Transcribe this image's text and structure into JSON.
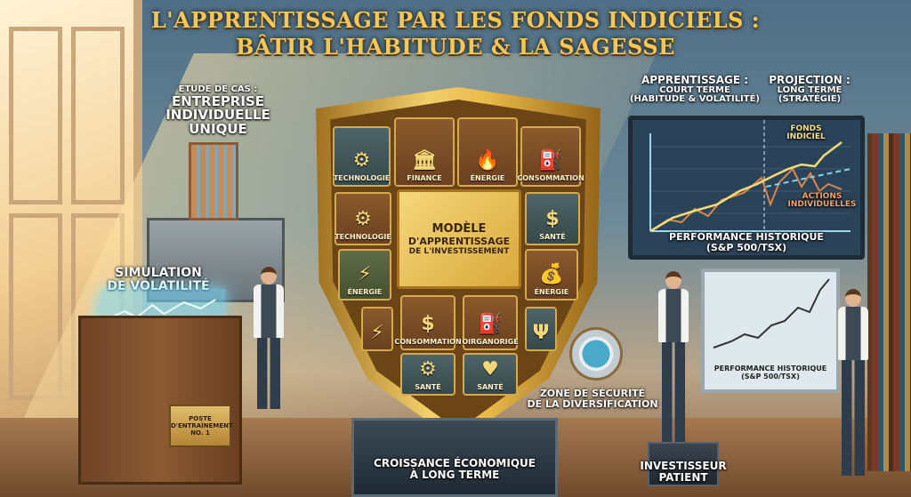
{
  "title": {
    "line1": "L'APPRENTISSAGE PAR LES FONDS INDICIELS :",
    "line2": "BÂTIR L'HABITUDE & LA SAGESSE"
  },
  "case_study": {
    "line1": "ETUDE DE CAS :",
    "line2": "ENTREPRISE",
    "line3": "INDIVIDUELLE",
    "line4": "UNIQUE"
  },
  "simulation": {
    "line1": "SIMULATION",
    "line2": "DE VOLATILITÉ"
  },
  "plaque": {
    "line1": "POSTE",
    "line2": "D'ENTRAÎNEMENT",
    "line3": "NO. 1"
  },
  "shield": {
    "center": {
      "line1": "MODÈLE",
      "line2": "D'APPRENTISSAGE",
      "line3": "DE L'INVESTISSEMENT"
    },
    "tiles": [
      {
        "label": "TECHNOLOGIE",
        "icon": "gears-icon",
        "glyph": "⚙"
      },
      {
        "label": "FINANCE",
        "icon": "bank-icon",
        "glyph": "🏛"
      },
      {
        "label": "ÉNERGIE",
        "icon": "flame-icon",
        "glyph": "🔥"
      },
      {
        "label": "CONSOMMATION",
        "icon": "oil-pump-icon",
        "glyph": "⛽"
      },
      {
        "label": "TECHNOLOGIE",
        "icon": "gear-icon",
        "glyph": "⚙"
      },
      {
        "label": "SANTÉ",
        "icon": "dollar-icon",
        "glyph": "$"
      },
      {
        "label": "ÉNERGIE",
        "icon": "lightning-drop-icon",
        "glyph": "⚡"
      },
      {
        "label": "ÉNERGIE",
        "icon": "money-bag-icon",
        "glyph": "💰"
      },
      {
        "label": "",
        "icon": "lightning-icon",
        "glyph": "⚡"
      },
      {
        "label": "CONSOMMATION",
        "icon": "dollar-cycle-icon",
        "glyph": "$"
      },
      {
        "label": "OIRGANORIGE",
        "icon": "oil-pump-icon",
        "glyph": "⛽"
      },
      {
        "label": "",
        "icon": "trident-icon",
        "glyph": "Ψ"
      },
      {
        "label": "SANTÉ",
        "icon": "gear-icon",
        "glyph": "⚙"
      },
      {
        "label": "SANTÉ",
        "icon": "heart-pulse-icon",
        "glyph": "♥"
      }
    ]
  },
  "safety_zone": {
    "line1": "ZONE DE SÉCURITÉ",
    "line2": "DE LA DIVERSIFICATION"
  },
  "pedestal": {
    "line1": "CROISSANCE ÉCONOMIQUE",
    "line2": "À LONG TERME"
  },
  "board": {
    "left_heading": {
      "line1": "APPRENTISSAGE :",
      "line2": "COURT TERME",
      "line3": "(HABITUDE & VOLATILITÉ)"
    },
    "right_heading": {
      "line1": "PROJECTION :",
      "line2": "LONG TERME",
      "line3": "(STRATÉGIE)"
    },
    "index_label": {
      "line1": "FONDS",
      "line2": "INDICIEL"
    },
    "stocks_label": {
      "line1": "ACTIONS",
      "line2": "INDIVIDUELLES"
    },
    "caption": {
      "line1": "PERFORMANCE HISTORIQUE",
      "line2": "(S&P 500/TSX)"
    },
    "colors": {
      "index": "#f2dc7a",
      "stocks": "#d9874a",
      "projection": "#7fd6ea"
    }
  },
  "whiteboard": {
    "line1": "PERFORMANCE HISTORIQUE",
    "line2": "(S&P 500/TSX)"
  },
  "investor": {
    "line1": "INVESTISSEUR",
    "line2": "PATIENT"
  }
}
